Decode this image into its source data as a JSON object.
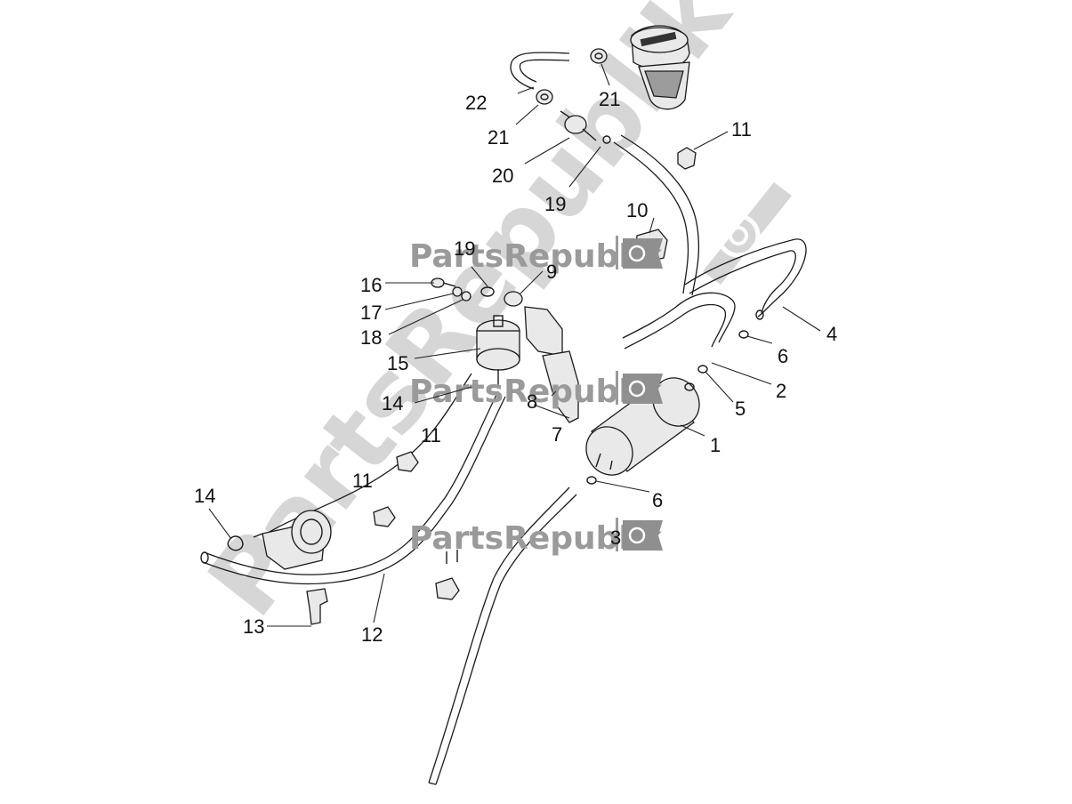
{
  "diagram": {
    "watermark": {
      "brand": "PartsRepublik",
      "diagonal": "PartsRepublik"
    },
    "callouts": [
      {
        "id": "c1",
        "label": "1"
      },
      {
        "id": "c2",
        "label": "2"
      },
      {
        "id": "c3",
        "label": "3"
      },
      {
        "id": "c4",
        "label": "4"
      },
      {
        "id": "c5",
        "label": "5"
      },
      {
        "id": "c6a",
        "label": "6"
      },
      {
        "id": "c6b",
        "label": "6"
      },
      {
        "id": "c7",
        "label": "7"
      },
      {
        "id": "c8",
        "label": "8"
      },
      {
        "id": "c9",
        "label": "9"
      },
      {
        "id": "c10",
        "label": "10"
      },
      {
        "id": "c11a",
        "label": "11"
      },
      {
        "id": "c11b",
        "label": "11"
      },
      {
        "id": "c11c",
        "label": "11"
      },
      {
        "id": "c12",
        "label": "12"
      },
      {
        "id": "c13",
        "label": "13"
      },
      {
        "id": "c14a",
        "label": "14"
      },
      {
        "id": "c14b",
        "label": "14"
      },
      {
        "id": "c15",
        "label": "15"
      },
      {
        "id": "c16",
        "label": "16"
      },
      {
        "id": "c17",
        "label": "17"
      },
      {
        "id": "c18",
        "label": "18"
      },
      {
        "id": "c19a",
        "label": "19"
      },
      {
        "id": "c19b",
        "label": "19"
      },
      {
        "id": "c20",
        "label": "20"
      },
      {
        "id": "c21a",
        "label": "21"
      },
      {
        "id": "c21b",
        "label": "21"
      },
      {
        "id": "c22",
        "label": "22"
      }
    ],
    "colors": {
      "line": "#1a1a1a",
      "watermark_text": "#9a9a9a",
      "watermark_flag": "#8f8f8f",
      "watermark_diagonal": "#d6d6d6",
      "background": "#ffffff"
    }
  }
}
